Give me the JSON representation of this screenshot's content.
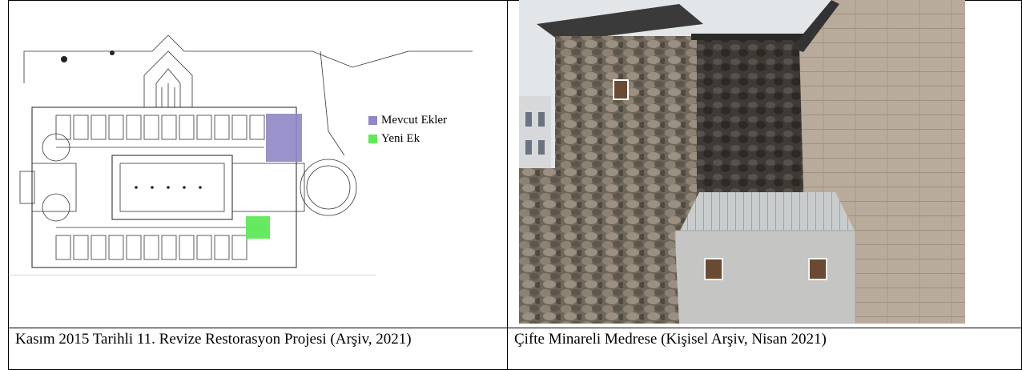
{
  "left": {
    "legend": [
      {
        "label": "Mevcut Ekler",
        "color": "#8f86c4"
      },
      {
        "label": "Yeni Ek",
        "color": "#5fe85a"
      }
    ],
    "caption": "Kasım 2015 Tarihli 11. Revize Restorasyon Projesi (Arşiv, 2021)"
  },
  "right": {
    "caption": "Çifte Minareli Medrese (Kişisel Arşiv, Nisan 2021)"
  },
  "colors": {
    "existing_addition": "#8f86c4",
    "new_addition": "#5fe85a"
  }
}
